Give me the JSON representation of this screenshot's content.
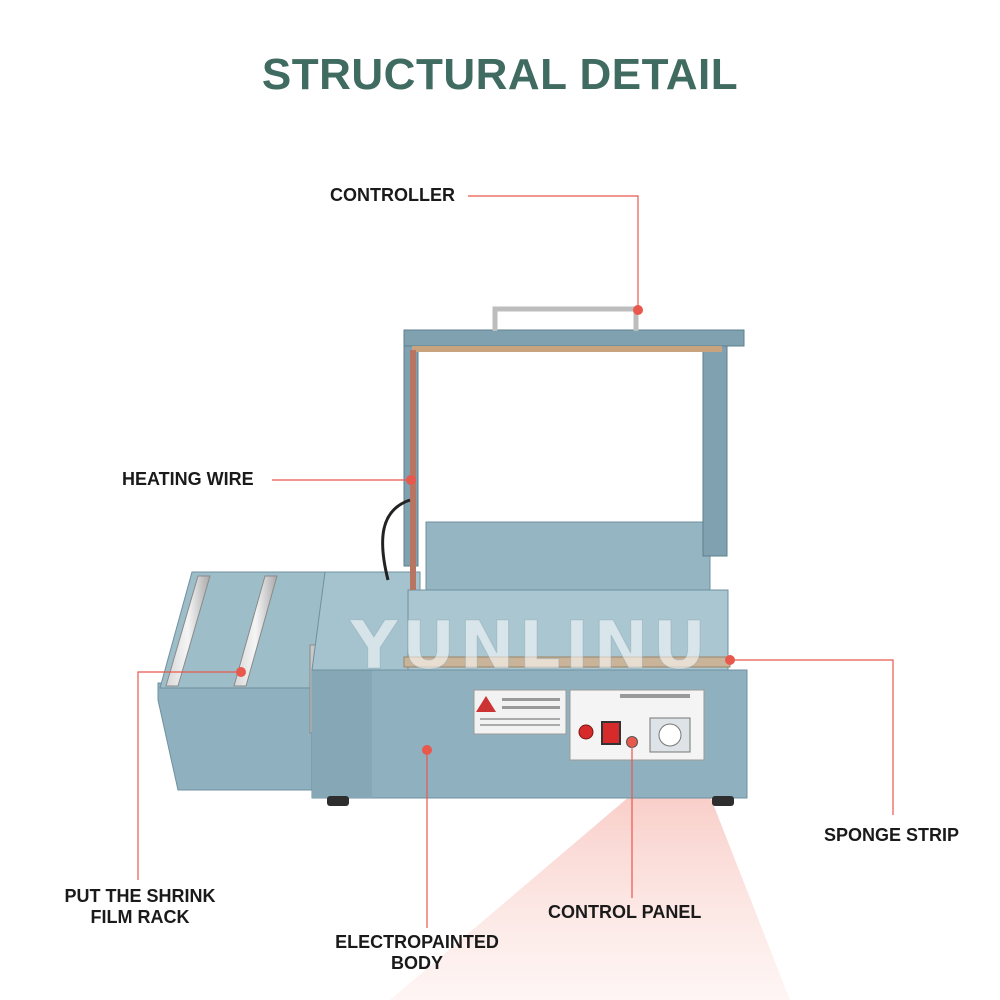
{
  "title": "STRUCTURAL DETAIL",
  "colors": {
    "title": "#3f6b60",
    "callout": "#e8584c",
    "machine": "#8fb0be",
    "machine_dark": "#6f909f",
    "beam": "#f2a79f"
  },
  "labels": {
    "controller": "CONTROLLER",
    "heating_wire": "HEATING WIRE",
    "film_rack_line1": "PUT THE SHRINK",
    "film_rack_line2": "FILM RACK",
    "sponge_strip": "SPONGE STRIP",
    "control_panel": "CONTROL PANEL",
    "body_line1": "ELECTROPAINTED",
    "body_line2": "BODY"
  },
  "watermark": "YUNLINU"
}
